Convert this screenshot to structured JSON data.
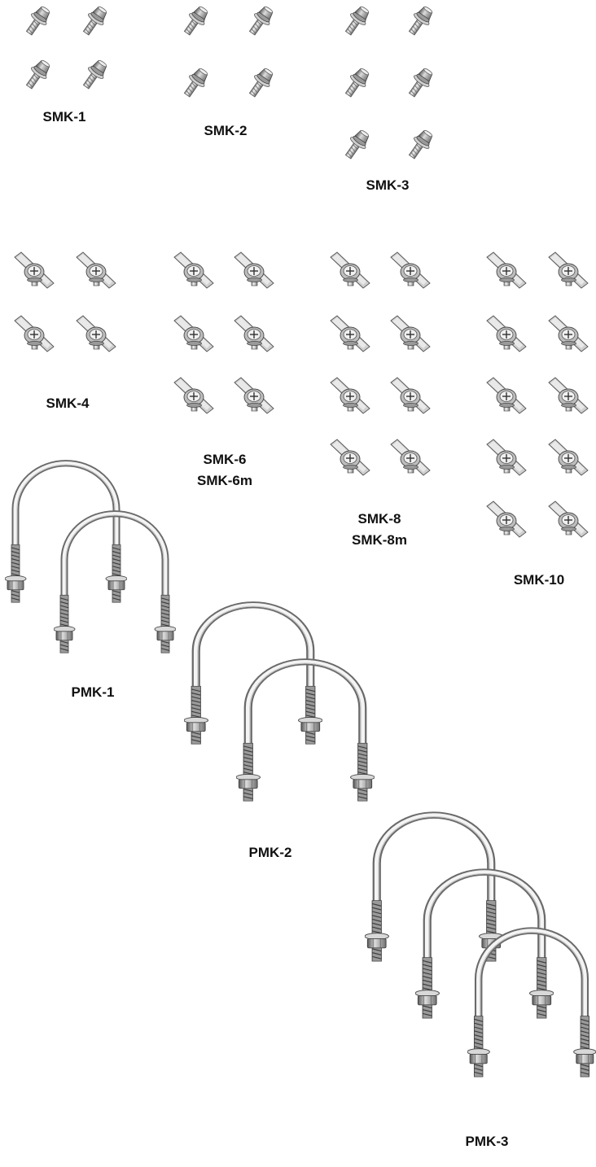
{
  "kits": {
    "smk1": {
      "label": "SMK-1",
      "item_icon": "hex-bolt-icon",
      "units": 4
    },
    "smk2": {
      "label": "SMK-2",
      "item_icon": "hex-bolt-icon",
      "units": 4
    },
    "smk3": {
      "label": "SMK-3",
      "item_icon": "hex-bolt-icon",
      "units": 6
    },
    "smk4": {
      "label": "SMK-4",
      "item_icon": "wing-screw-icon",
      "units": 4
    },
    "smk6": {
      "label_line1": "SMK-6",
      "label_line2": "SMK-6m",
      "item_icon": "wing-screw-icon",
      "units": 6
    },
    "smk8": {
      "label_line1": "SMK-8",
      "label_line2": "SMK-8m",
      "item_icon": "wing-screw-icon",
      "units": 8
    },
    "smk10": {
      "label": "SMK-10",
      "item_icon": "wing-screw-icon",
      "units": 10
    },
    "pmk1": {
      "label": "PMK-1",
      "item_icon": "u-bolt-icon",
      "units": 2
    },
    "pmk2": {
      "label": "PMK-2",
      "item_icon": "u-bolt-icon",
      "units": 2
    },
    "pmk3": {
      "label": "PMK-3",
      "item_icon": "u-bolt-icon",
      "units": 3
    }
  },
  "colors": {
    "label_text": "#111111",
    "metal_light": "#e6e6e6",
    "metal_mid": "#a8a8a8",
    "metal_dark": "#4a4a4a",
    "background": "#ffffff"
  }
}
